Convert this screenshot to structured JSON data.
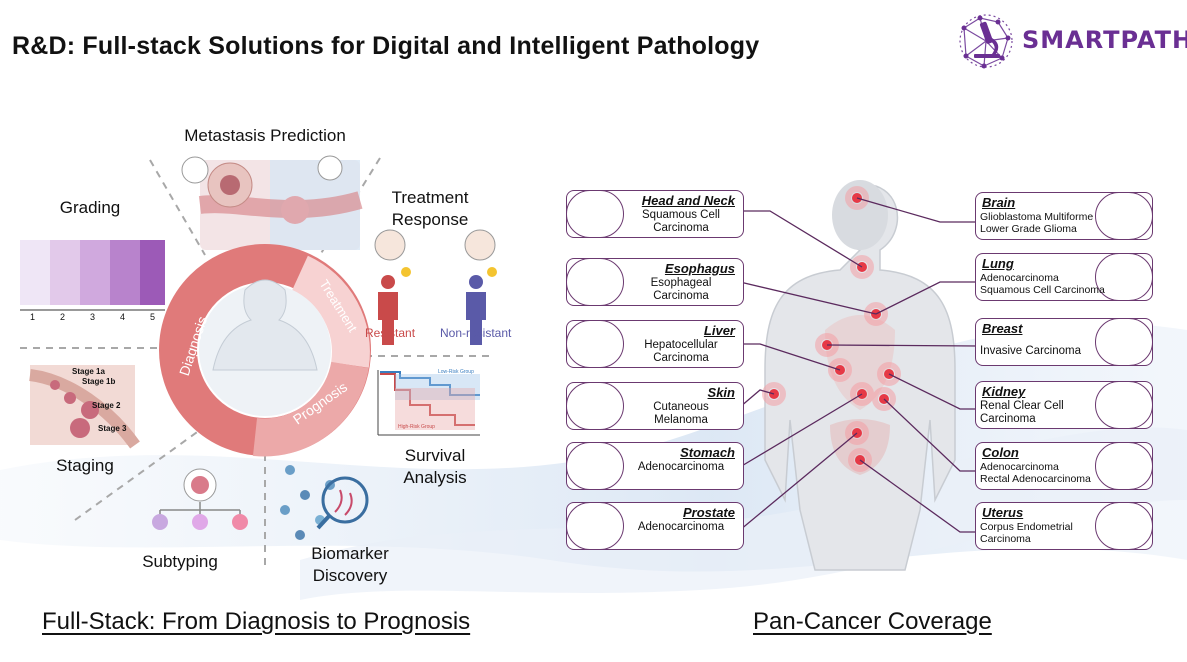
{
  "title": "R&D: Full-stack Solutions for Digital and Intelligent Pathology",
  "logo": {
    "text": "SMARTPATH",
    "icon": "microscope-network-icon",
    "color": "#6a2f93"
  },
  "left_panel": {
    "caption": "Full-Stack: From Diagnosis to Prognosis",
    "outer_labels": {
      "metastasis": "Metastasis Prediction",
      "grading": "Grading",
      "treatment_response_1": "Treatment",
      "treatment_response_2": "Response",
      "staging": "Staging",
      "survival_1": "Survival",
      "survival_2": "Analysis",
      "subtyping": "Subtyping",
      "biomarker_1": "Biomarker",
      "biomarker_2": "Discovery"
    },
    "ring_labels": {
      "diagnosis": "Diagnosis",
      "treatment": "Treatment",
      "prognosis": "Prognosis"
    },
    "grade_ticks": [
      "1",
      "2",
      "3",
      "4",
      "5"
    ],
    "stage_labels": [
      "Stage 1a",
      "Stage 1b",
      "Stage 2",
      "Stage 3"
    ],
    "resistant": "Resistant",
    "non_resistant": "Non-resistant",
    "low_risk": "Low-Risk Group",
    "high_risk": "High-Risk Group",
    "colors": {
      "ring": "#e07a7a",
      "ring_light": "#f2c4c4",
      "resistant": "#c94a4a",
      "non_resistant": "#5a5aa8"
    }
  },
  "right_panel": {
    "caption": "Pan-Cancer Coverage",
    "left_boxes": [
      {
        "heading": "Head and Neck",
        "desc": "Squamous Cell Carcinoma",
        "icon": "head-neck-icon"
      },
      {
        "heading": "Esophagus",
        "desc": "Esophageal Carcinoma",
        "icon": "esophagus-icon"
      },
      {
        "heading": "Liver",
        "desc": "Hepatocellular Carcinoma",
        "icon": "liver-icon"
      },
      {
        "heading": "Skin",
        "desc": "Cutaneous Melanoma",
        "icon": "skin-icon"
      },
      {
        "heading": "Stomach",
        "desc": "Adenocarcinoma",
        "icon": "stomach-icon"
      },
      {
        "heading": "Prostate",
        "desc": "Adenocarcinoma",
        "icon": "prostate-icon"
      }
    ],
    "right_boxes": [
      {
        "heading": "Brain",
        "desc1": "Glioblastoma Multiforme",
        "desc2": "Lower Grade Glioma",
        "icon": "brain-icon"
      },
      {
        "heading": "Lung",
        "desc1": "Adenocarcinoma",
        "desc2": "Squamous Cell Carcinoma",
        "icon": "lung-icon"
      },
      {
        "heading": "Breast",
        "desc1": "Invasive Carcinoma",
        "desc2": "",
        "icon": "breast-icon"
      },
      {
        "heading": "Kidney",
        "desc1": "Renal Clear Cell",
        "desc2": "Carcinoma",
        "icon": "kidney-icon"
      },
      {
        "heading": "Colon",
        "desc1": "Adenocarcinoma",
        "desc2": "Rectal Adenocarcinoma",
        "icon": "colon-icon"
      },
      {
        "heading": "Uterus",
        "desc1": "Corpus Endometrial",
        "desc2": "Carcinoma",
        "icon": "uterus-icon"
      }
    ]
  }
}
